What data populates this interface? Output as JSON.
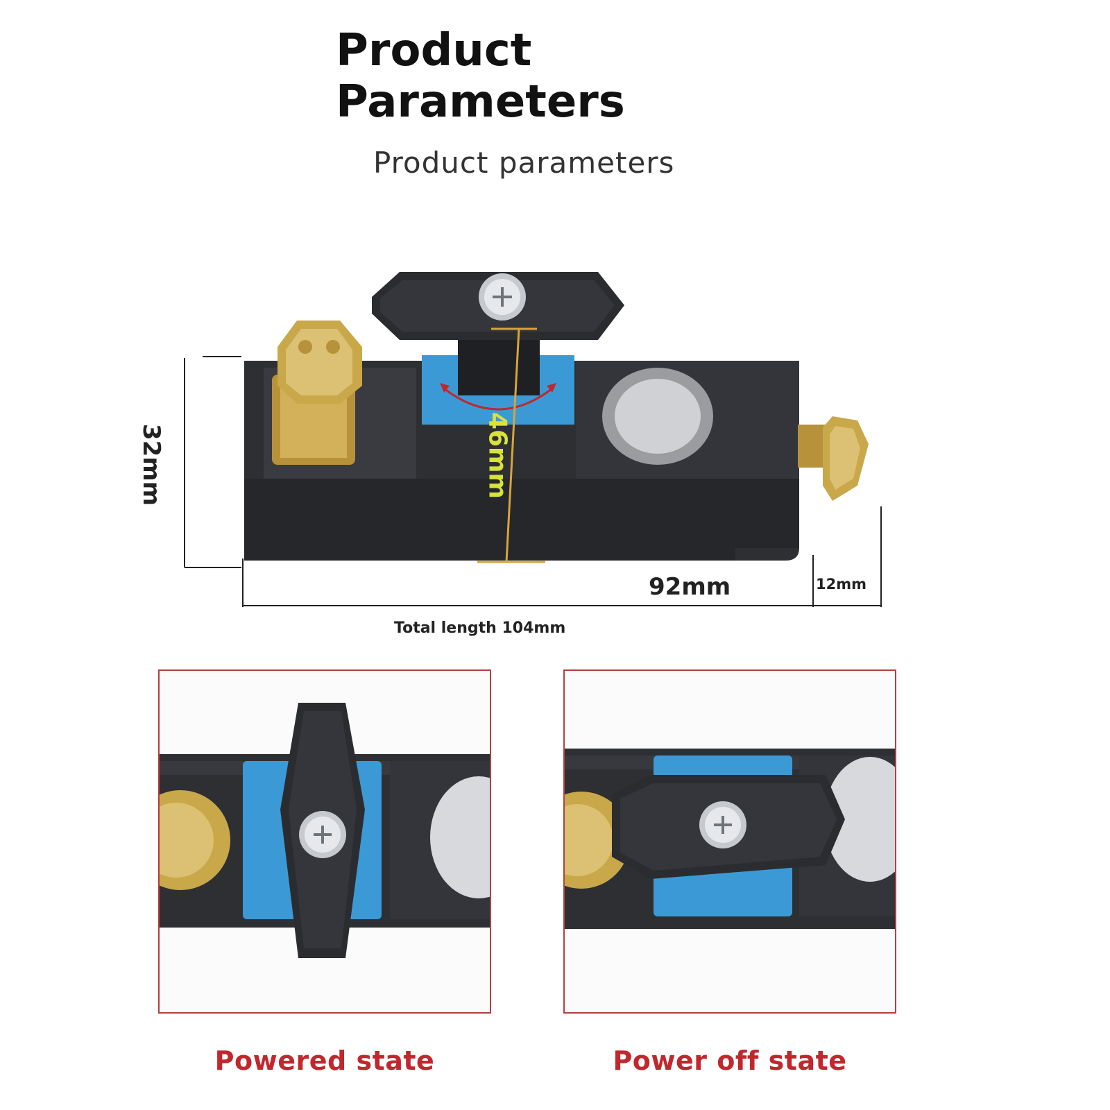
{
  "header": {
    "title_line1": "Product",
    "title_line2": "Parameters",
    "subtitle": "Product parameters"
  },
  "dimensions": {
    "height": "32mm",
    "knob_height": "46mm",
    "body_length": "92mm",
    "bolt_length": "12mm",
    "total_length": "Total length 104mm"
  },
  "states": {
    "powered": "Powered state",
    "power_off": "Power off state"
  },
  "colors": {
    "body": "#2e2f33",
    "brass": "#c9a84a",
    "label_blue": "#3b9ad6",
    "accent_red": "#c0282d",
    "dimension_yellow": "#d8e23a"
  }
}
